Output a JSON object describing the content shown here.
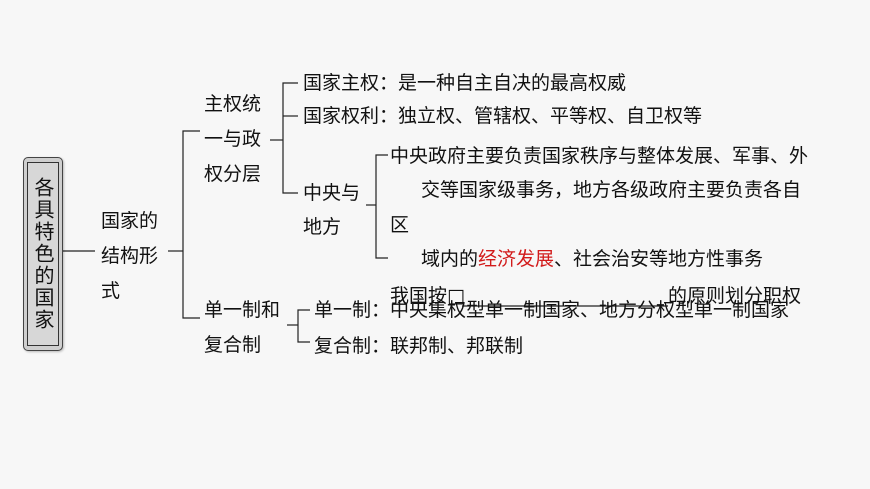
{
  "root": "各具特色的国家",
  "level1": {
    "line1": "国家的",
    "line2": "结构形",
    "line3": "式"
  },
  "branch_a": {
    "line1": "主权统",
    "line2": "一与政",
    "line3": "权分层"
  },
  "branch_b": {
    "line1": "单一制和",
    "line2": "复合制"
  },
  "a_items": {
    "sovereignty": "国家主权：是一种自主自决的最高权威",
    "rights": "国家权利：独立权、管辖权、平等权、自卫权等"
  },
  "central_local": {
    "label_line1": "中央与",
    "label_line2": "地方",
    "text_line1": "中央政府主要负责国家秩序与整体发展、军事、外",
    "text_line2": "交等国家级事务，地方各级政府主要负责各自",
    "text_line3": "区",
    "text_line4_prefix": "域内的",
    "text_line4_overlap": "经济发展",
    "text_line4_suffix": "、社会治安等地方性事务",
    "fill_prefix": "我国按□",
    "fill_suffix": "的原则划分职权"
  },
  "b_items": {
    "unitary": "单一制：中央集权型单一制国家、地方分权型单一制国家",
    "compound": "复合制：联邦制、邦联制"
  },
  "colors": {
    "background": "#f7f7f7",
    "root_box": "#cfcfcf",
    "answer": "#d21b1b"
  }
}
